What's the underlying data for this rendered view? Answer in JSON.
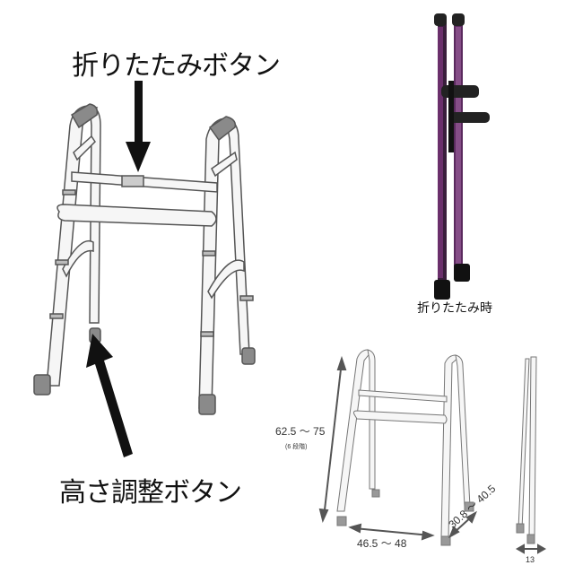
{
  "labels": {
    "fold_button": "折りたたみボタン",
    "height_button": "高さ調整ボタン",
    "folded_caption": "折りたたみ時"
  },
  "dimensions": {
    "height": "62.5 ～ 75",
    "height_steps": "(6 段階)",
    "width": "46.5 ～ 48",
    "depth": "30.8 ～ 40.5",
    "folded_width": "13"
  },
  "colors": {
    "frame": "#f4f4f4",
    "outline": "#555555",
    "grip": "#8a8a8a",
    "arrow": "#111111",
    "folded_pattern": "#8a3a8a"
  }
}
